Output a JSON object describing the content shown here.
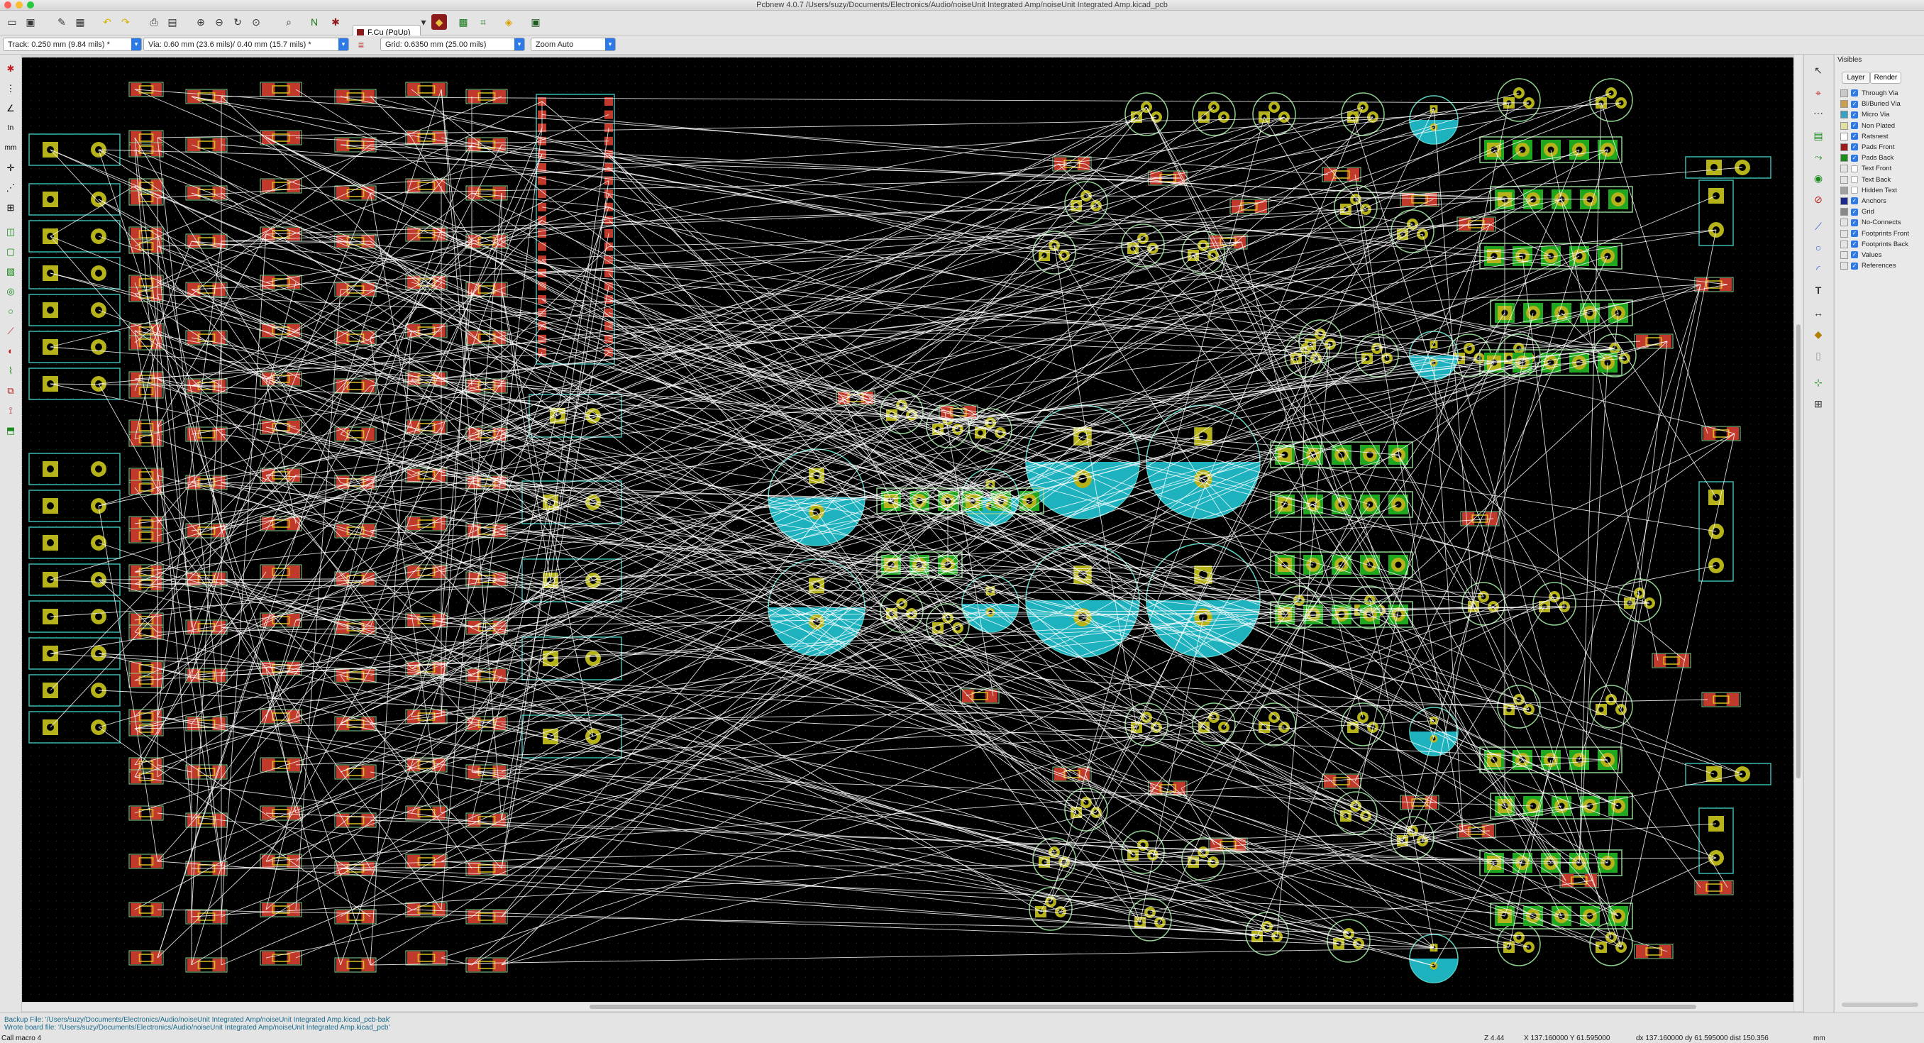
{
  "window": {
    "title": "Pcbnew 4.0.7 /Users/suzy/Documents/Electronics/Audio/noiseUnit Integrated Amp/noiseUnit Integrated Amp.kicad_pcb"
  },
  "toolbar": {
    "active_layer": "F.Cu (PgUp)",
    "track_width": "Track: 0.250 mm (9.84 mils) *",
    "via_size": "Via: 0.60 mm (23.6 mils)/ 0.40 mm (15.7 mils) *",
    "grid": "Grid: 0.6350 mm (25.00 mils)",
    "zoom": "Zoom Auto"
  },
  "visibles": {
    "title": "Visibles",
    "tabs": [
      "Layer",
      "Render"
    ],
    "items": [
      {
        "label": "Through Via",
        "color": "#c8c8c8",
        "checked": true
      },
      {
        "label": "Bl/Buried Via",
        "color": "#c8a050",
        "checked": true
      },
      {
        "label": "Micro Via",
        "color": "#3aa0c0",
        "checked": true
      },
      {
        "label": "Non Plated",
        "color": "#e0e0a0",
        "checked": true
      },
      {
        "label": "Ratsnest",
        "color": "#ffffff",
        "checked": true
      },
      {
        "label": "Pads Front",
        "color": "#9a1d1d",
        "checked": true
      },
      {
        "label": "Pads Back",
        "color": "#1c8c1c",
        "checked": true
      },
      {
        "label": "Text Front",
        "color": "#e4e4e4",
        "checked": false
      },
      {
        "label": "Text Back",
        "color": "#e4e4e4",
        "checked": false
      },
      {
        "label": "Hidden Text",
        "color": "#a0a0a0",
        "checked": false
      },
      {
        "label": "Anchors",
        "color": "#1d2a8c",
        "checked": true
      },
      {
        "label": "Grid",
        "color": "#888888",
        "checked": true
      },
      {
        "label": "No-Connects",
        "color": "#e4e4e4",
        "checked": true
      },
      {
        "label": "Footprints Front",
        "color": "#e4e4e4",
        "checked": true
      },
      {
        "label": "Footprints Back",
        "color": "#e4e4e4",
        "checked": true
      },
      {
        "label": "Values",
        "color": "#e4e4e4",
        "checked": true
      },
      {
        "label": "References",
        "color": "#e4e4e4",
        "checked": true
      }
    ]
  },
  "status": {
    "line1": "Backup File: '/Users/suzy/Documents/Electronics/Audio/noiseUnit Integrated Amp/noiseUnit Integrated Amp.kicad_pcb-bak'",
    "line2": "Wrote board file: '/Users/suzy/Documents/Electronics/Audio/noiseUnit Integrated Amp/noiseUnit Integrated Amp.kicad_pcb'",
    "command": "Call macro 4",
    "zoom": "Z 4.44",
    "xy": "X 137.160000  Y 61.595000",
    "delta": "dx 137.160000  dy 61.595000  dist 150.356",
    "units": "mm"
  },
  "colors": {
    "canvas_bg": "#000000",
    "pad_front": "#c0392b",
    "pad_copper": "#b5b21a",
    "silk_outline": "#8fd08f",
    "ratsnest": "#ffffff",
    "back_copper": "#1fa81f",
    "cap_teal": "#1eb2bf"
  }
}
